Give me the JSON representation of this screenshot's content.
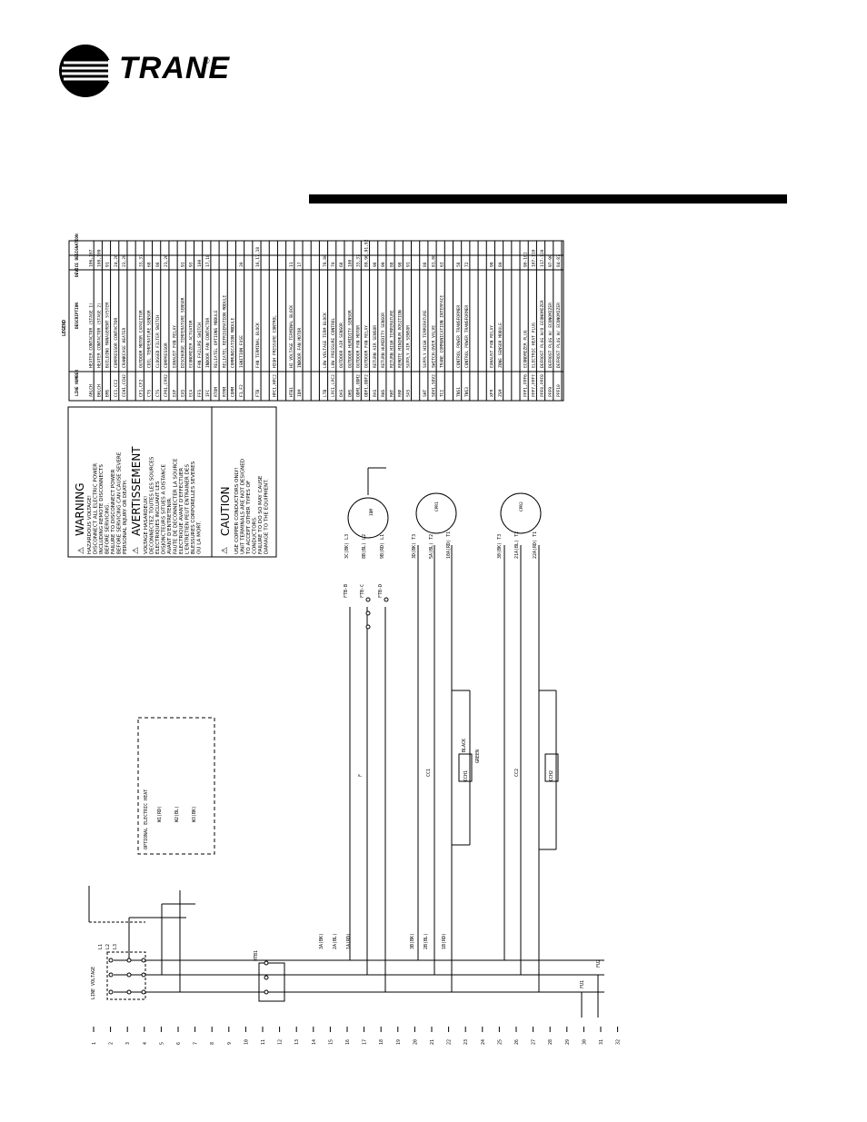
{
  "brand": {
    "name": "TRANE",
    "reg": "®"
  },
  "legend": {
    "title": "LEGEND",
    "headers": {
      "device": "DEVICE DESIGNATION",
      "desc": "DESCRIPTION",
      "line": "LINE NUMBER"
    },
    "rows": [
      {
        "d": "AHLCH",
        "t": "HEATER CONTACTOR (STAGE 1)",
        "n": "106,107"
      },
      {
        "d": "BHLCH",
        "t": "HEATER CONTACTOR (STAGE 2)",
        "n": "108,109"
      },
      {
        "d": "BMS",
        "t": "BUILDING MANAGEMENT SYSTEM",
        "n": "91"
      },
      {
        "d": "CC1,CC2",
        "t": "COMPRESSOR CONTACTOR",
        "n": "24,26"
      },
      {
        "d": "CCH1,CCH2",
        "t": "CRANKCASE HEATER",
        "n": "23,28"
      },
      {
        "d": "",
        "t": "",
        "n": ""
      },
      {
        "d": "CF1,CF2",
        "t": "OUTDOOR MOTOR CAPACITOR",
        "n": "33,37"
      },
      {
        "d": "CTS",
        "t": "COIL TEMPERATURE SENSOR",
        "n": "68"
      },
      {
        "d": "CTS",
        "t": "CLOGGED FILTER SWITCH",
        "n": "86"
      },
      {
        "d": "CPR1,CPR2",
        "t": "COMPRESSOR",
        "n": "21,26"
      },
      {
        "d": "EXF",
        "t": "EXHAUST FAN RELAY",
        "n": ""
      },
      {
        "d": "EXS",
        "t": "DISCHARGE TEMPERATURE SENSOR",
        "n": "91"
      },
      {
        "d": "ECA",
        "t": "ECONOMIZER ACTUATOR",
        "n": "93"
      },
      {
        "d": "FFS",
        "t": "FAN FAILURE SWITCH",
        "n": "100"
      },
      {
        "d": "IFC",
        "t": "INDOOR FAN CONTACTOR",
        "n": "17,18"
      },
      {
        "d": "RTOM",
        "t": "RELIATEL OPTIONS MODULE",
        "n": ""
      },
      {
        "d": "RTRM",
        "t": "RELIATEL REFRIGERATION MODULE",
        "n": ""
      },
      {
        "d": "COMM",
        "t": "COMMUNICATION MODULE",
        "n": ""
      },
      {
        "d": "F1,F2",
        "t": "IGNITION FUSE",
        "n": "30"
      },
      {
        "d": "",
        "t": "",
        "n": ""
      },
      {
        "d": "FTB",
        "t": "FAN TERMINAL BLOCK",
        "n": "16,17,18"
      },
      {
        "d": "",
        "t": "",
        "n": ""
      },
      {
        "d": "HPC1,HPC2",
        "t": "HIGH PRESSURE CONTROL",
        "n": ""
      },
      {
        "d": "",
        "t": "",
        "n": ""
      },
      {
        "d": "HTB1",
        "t": "HI VOLTAGE TERMINAL BLOCK",
        "n": "11"
      },
      {
        "d": "IDM",
        "t": "INDOOR FAN MOTOR",
        "n": "17"
      },
      {
        "d": "",
        "t": "",
        "n": ""
      },
      {
        "d": "",
        "t": "",
        "n": ""
      },
      {
        "d": "LTB",
        "t": "LOW VOLTAGE TERM BLOCK",
        "n": "78,80"
      },
      {
        "d": "LPC1,LPC2",
        "t": "LOW PRESSURE CONTROL",
        "n": "70"
      },
      {
        "d": "OAS",
        "t": "OUTDOOR AIR SENSOR",
        "n": "68"
      },
      {
        "d": "OHS",
        "t": "OUTDOOR HUMIDITY SENSOR",
        "n": "100"
      },
      {
        "d": "ODM1,ODM2",
        "t": "OUTDOOR FAN MOTOR",
        "n": "33,37"
      },
      {
        "d": "ODF1,ODF2",
        "t": "OUTDOOR FAN RELAY",
        "n": "89,90,91,92"
      },
      {
        "d": "RAS",
        "t": "RETURN AIR SENSOR",
        "n": "98"
      },
      {
        "d": "RHS",
        "t": "RETURN HUMIDITY SENSOR",
        "n": "99"
      },
      {
        "d": "RHT",
        "t": "RETURN HIGH TEMPERATURE",
        "n": "88"
      },
      {
        "d": "RMP",
        "t": "REMOTE MINIMUM POSITION",
        "n": "98"
      },
      {
        "d": "SAS",
        "t": "SUPPLY AIR SENSOR",
        "n": "91"
      },
      {
        "d": "",
        "t": "",
        "n": ""
      },
      {
        "d": "SHT",
        "t": "SUPPLY HIGH TEMPERATURE",
        "n": "88"
      },
      {
        "d": "SOV1,SOV2",
        "t": "SWITCH-OVER VALVE",
        "n": "81,80"
      },
      {
        "d": "TCI",
        "t": "TRANE COMMUNICATION INTERFACE",
        "n": "63"
      },
      {
        "d": "",
        "t": "",
        "n": ""
      },
      {
        "d": "TNS1",
        "t": "CONTROL POWER TRANSFORMER",
        "n": "58"
      },
      {
        "d": "TNS3",
        "t": "CONTROL POWER TRANSFORMER",
        "n": "72"
      },
      {
        "d": "",
        "t": "",
        "n": ""
      },
      {
        "d": "",
        "t": "",
        "n": ""
      },
      {
        "d": "XFR",
        "t": "EXHAUST FAN RELAY",
        "n": "99"
      },
      {
        "d": "ZSM",
        "t": "ZONE SENSOR MODULE",
        "n": "80"
      },
      {
        "d": "",
        "t": "",
        "n": ""
      },
      {
        "d": "",
        "t": "",
        "n": ""
      },
      {
        "d": "PPF1,PPF6",
        "t": "ECONOMIZER PLUG",
        "n": "90-102"
      },
      {
        "d": "PPF7,PPF7",
        "t": "ELECTRIC HEAT PLUG",
        "n": "107-110"
      },
      {
        "d": "PPF8,PPF8",
        "t": "DEFROST PLUG W/O ECONOMIZER",
        "n": "117-120"
      },
      {
        "d": "PPF9",
        "t": "DEFROST PLUG W/ ECONOMIZER",
        "n": "97-99"
      },
      {
        "d": "PPF10",
        "t": "DEFROST PLUG W/ ECONOMIZER",
        "n": "84-87"
      }
    ]
  },
  "warning": {
    "title": "WARNING",
    "lines": [
      "HAZARDOUS VOLTAGE!",
      "DISCONNECT ALL ELECTRIC POWER",
      "INCLUDING REMOTE DISCONNECTS",
      "BEFORE SERVICING.",
      "FAILURE TO DISCONNECT POWER",
      "BEFORE SERVICING CAN CAUSE SEVERE",
      "PERSONAL INJURY OR DEATH."
    ],
    "fr_title": "AVERTISSEMENT",
    "fr_lines": [
      "VOLTAGE HASARDEUX!",
      "DECONNECTEZ TOUTES LES SOURCES",
      "ELECTRIQUES INCLUANT LES",
      "DISJONCTEURS SITUES A DISTANCE",
      "AVANT D'ENTRETENIR.",
      "FAUTE DE DECONNECTER LA SOURCE",
      "ELECTRIQUE AVANT D'EFFECTUER",
      "L'ENTRETIEN PEUT ENTRAINER DES",
      "BLESSURES CORPORELLES SEVERES",
      "OU LA MORT."
    ],
    "caution_title": "CAUTION",
    "caution_lines": [
      "USE COPPER CONDUCTORS ONLY!",
      "UNIT TERMINALS ARE NOT DESIGNED",
      "TO ACCEPT OTHER TYPES OF",
      "CONDUCTORS.",
      "FAILURE TO DO SO MAY CAUSE",
      "DAMAGE TO THE EQUIPMENT."
    ]
  },
  "schematic": {
    "line_voltage": "LINE VOLTAGE",
    "phases": [
      "L1",
      "L2",
      "L3"
    ],
    "htb": "HTB1",
    "optional_heat": "OPTIONAL ELECTRIC HEAT",
    "heat_wires": [
      "W1(RD)",
      "W2(BL)",
      "W3(BK)"
    ],
    "motors": [
      "IDM",
      "CPR1",
      "CPR2"
    ],
    "contactors": [
      "F",
      "CC1",
      "CC2",
      "CCH1",
      "CCH2"
    ],
    "fuses": [
      "FU1",
      "FU2"
    ],
    "ftb_labels": [
      "FTB-B",
      "FTB-C",
      "FTB-D"
    ],
    "colors": [
      "BLACK",
      "GREEN"
    ],
    "wire_labels": [
      "3A(BK)",
      "2A(BL)",
      "1A(RD)",
      "3B(BK)",
      "2B(BL)",
      "1B(RD)",
      "3C(BK) L3",
      "8B(BL) L2",
      "9B(RD) L1",
      "3D(BK) T3",
      "5A(BL) T2",
      "10A(RD) T1",
      "30(BK) T3",
      "21A(BL) T2",
      "22A(RD) T1"
    ],
    "ladder_numbers": [
      "1",
      "2",
      "3",
      "4",
      "5",
      "6",
      "7",
      "8",
      "9",
      "10",
      "11",
      "12",
      "13",
      "14",
      "15",
      "16",
      "17",
      "18",
      "19",
      "20",
      "21",
      "22",
      "23",
      "24",
      "25",
      "26",
      "27",
      "28",
      "29",
      "30",
      "31",
      "32"
    ]
  }
}
